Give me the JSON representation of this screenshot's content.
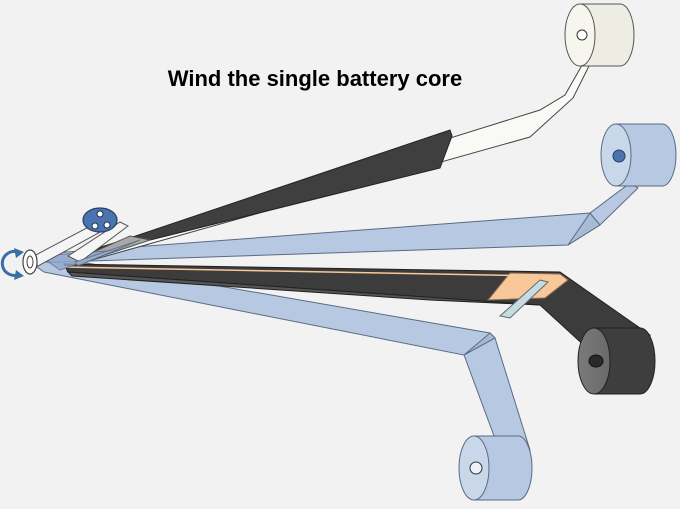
{
  "title": "Wind the single battery core",
  "colors": {
    "background": "#f2f2f2",
    "separator": "#b7c9e2",
    "separator_edge": "#5a6a84",
    "electrode_dark": "#3f3f3f",
    "cathode_paper": "#efeee6",
    "roll_cream": "#eeede3",
    "tab_copper": "#f9c89a",
    "tab_blue": "#c7dbe0",
    "winding_pin": "#4a74b0"
  },
  "components": {
    "top_roll": "cream-roll",
    "upper_separator_roll": "blue-roll",
    "dark_electrode_roll": "dark-roll",
    "lower_separator_roll": "blue-roll",
    "winding_mandrel": "mandrel",
    "rotation": "rotation-arrow-icon"
  }
}
